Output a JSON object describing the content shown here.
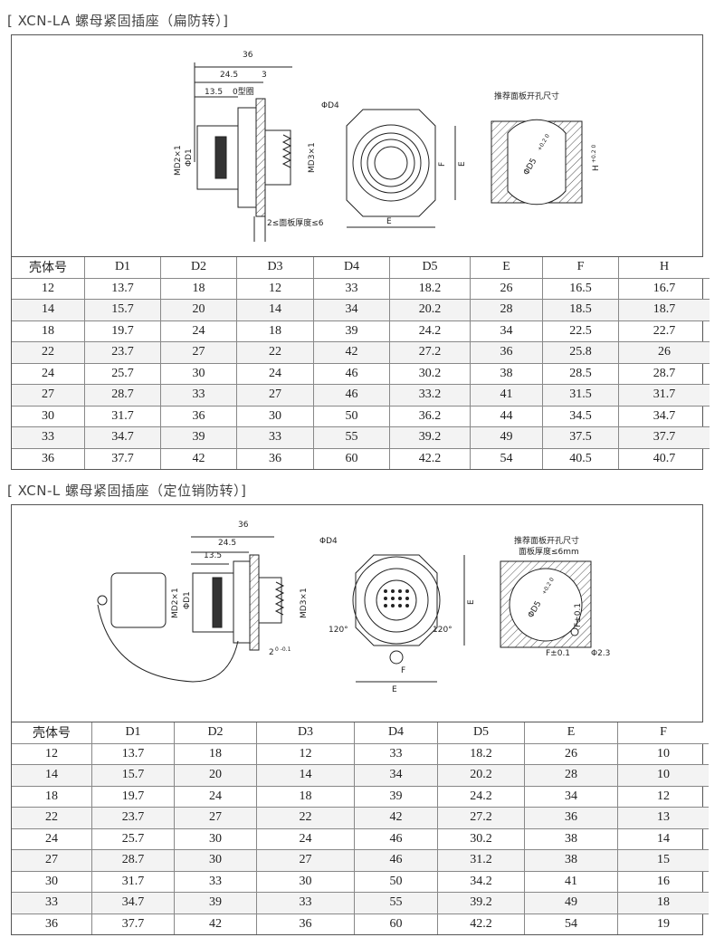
{
  "section1": {
    "title": "[  XCN-LA 螺母紧固插座（扁防转）]",
    "drawing_labels": {
      "dim_36": "36",
      "dim_24_5": "24.5",
      "dim_3": "3",
      "dim_13_5": "13.5",
      "o_ring": "0型圈",
      "md2": "MD2×1",
      "d1": "ΦD1",
      "md3": "MD3×1",
      "panel": "2≤面板厚度≤6",
      "d4": "ΦD4",
      "f": "F",
      "e_side": "E",
      "e_bottom": "E",
      "cutout_title": "推荐面板开孔尺寸",
      "d5": "ΦD5",
      "d5_tol": "+0.2 0",
      "h": "H",
      "h_tol": "+0.2 0"
    },
    "table": {
      "headers": [
        "壳体号",
        "D1",
        "D2",
        "D3",
        "D4",
        "D5",
        "E",
        "F",
        "H"
      ],
      "rows": [
        [
          "12",
          "13.7",
          "18",
          "12",
          "33",
          "18.2",
          "26",
          "16.5",
          "16.7"
        ],
        [
          "14",
          "15.7",
          "20",
          "14",
          "34",
          "20.2",
          "28",
          "18.5",
          "18.7"
        ],
        [
          "18",
          "19.7",
          "24",
          "18",
          "39",
          "24.2",
          "34",
          "22.5",
          "22.7"
        ],
        [
          "22",
          "23.7",
          "27",
          "22",
          "42",
          "27.2",
          "36",
          "25.8",
          "26"
        ],
        [
          "24",
          "25.7",
          "30",
          "24",
          "46",
          "30.2",
          "38",
          "28.5",
          "28.7"
        ],
        [
          "27",
          "28.7",
          "33",
          "27",
          "46",
          "33.2",
          "41",
          "31.5",
          "31.7"
        ],
        [
          "30",
          "31.7",
          "36",
          "30",
          "50",
          "36.2",
          "44",
          "34.5",
          "34.7"
        ],
        [
          "33",
          "34.7",
          "39",
          "33",
          "55",
          "39.2",
          "49",
          "37.5",
          "37.7"
        ],
        [
          "36",
          "37.7",
          "42",
          "36",
          "60",
          "42.2",
          "54",
          "40.5",
          "40.7"
        ]
      ]
    }
  },
  "section2": {
    "title": "[  XCN-L  螺母紧固插座（定位销防转）]",
    "drawing_labels": {
      "dim_36": "36",
      "dim_24_5": "24.5",
      "dim_13_5": "13.5",
      "md2": "MD2×1",
      "d1": "ΦD1",
      "md3": "MD3×1",
      "panel": "2",
      "panel_tol": "0 -0.1",
      "d4": "ΦD4",
      "angle_left": "120°",
      "angle_right": "120°",
      "f": "F",
      "e_side": "E",
      "e_bottom": "E",
      "cutout_title": "推荐面板开孔尺寸",
      "cutout_sub": "面板厚度≤6mm",
      "d5": "ΦD5",
      "d5_tol": "+0.2 0",
      "f_v": "F±0.1",
      "f_h": "F±0.1",
      "pin": "Φ2.3"
    },
    "table": {
      "headers": [
        "壳体号",
        "D1",
        "D2",
        "D3",
        "D4",
        "D5",
        "E",
        "F"
      ],
      "rows": [
        [
          "12",
          "13.7",
          "18",
          "12",
          "33",
          "18.2",
          "26",
          "10"
        ],
        [
          "14",
          "15.7",
          "20",
          "14",
          "34",
          "20.2",
          "28",
          "10"
        ],
        [
          "18",
          "19.7",
          "24",
          "18",
          "39",
          "24.2",
          "34",
          "12"
        ],
        [
          "22",
          "23.7",
          "27",
          "22",
          "42",
          "27.2",
          "36",
          "13"
        ],
        [
          "24",
          "25.7",
          "30",
          "24",
          "46",
          "30.2",
          "38",
          "14"
        ],
        [
          "27",
          "28.7",
          "30",
          "27",
          "46",
          "31.2",
          "38",
          "15"
        ],
        [
          "30",
          "31.7",
          "33",
          "30",
          "50",
          "34.2",
          "41",
          "16"
        ],
        [
          "33",
          "34.7",
          "39",
          "33",
          "55",
          "39.2",
          "49",
          "18"
        ],
        [
          "36",
          "37.7",
          "42",
          "36",
          "60",
          "42.2",
          "54",
          "19"
        ]
      ]
    }
  }
}
